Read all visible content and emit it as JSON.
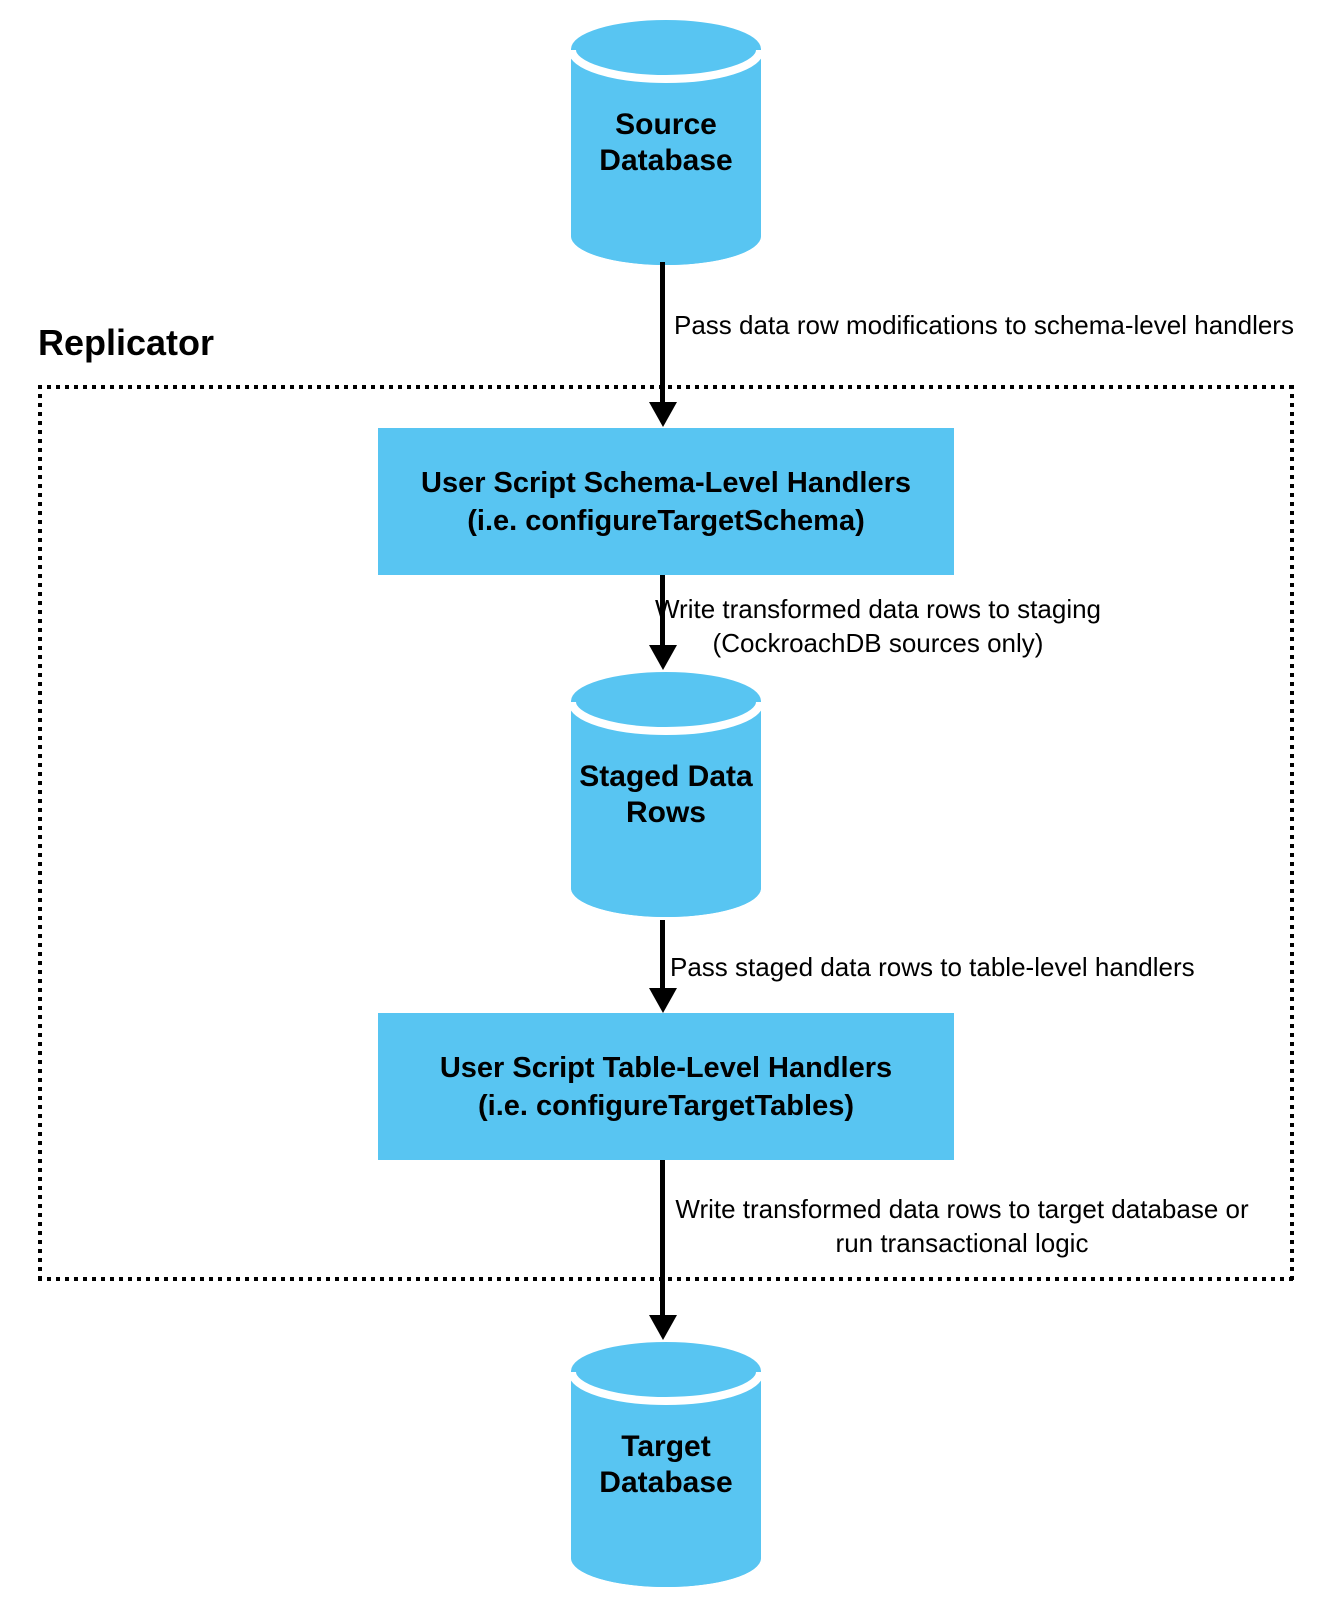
{
  "colors": {
    "node_fill": "#58C5F2",
    "line": "#000000",
    "text": "#000000",
    "background": "#ffffff"
  },
  "region": {
    "label": "Replicator"
  },
  "nodes": {
    "source_db": "Source\nDatabase",
    "schema_handlers": "User Script Schema-Level Handlers\n(i.e. configureTargetSchema)",
    "staged_rows": "Staged Data\nRows",
    "table_handlers": "User Script Table-Level Handlers\n(i.e. configureTargetTables)",
    "target_db": "Target\nDatabase"
  },
  "edges": {
    "source_to_schema": "Pass data row modifications to schema-level handlers",
    "schema_to_staged": "Write transformed data rows to staging\n(CockroachDB sources only)",
    "staged_to_table": "Pass staged data rows to table-level handlers",
    "table_to_target": "Write transformed data rows to target database or\nrun transactional logic"
  }
}
